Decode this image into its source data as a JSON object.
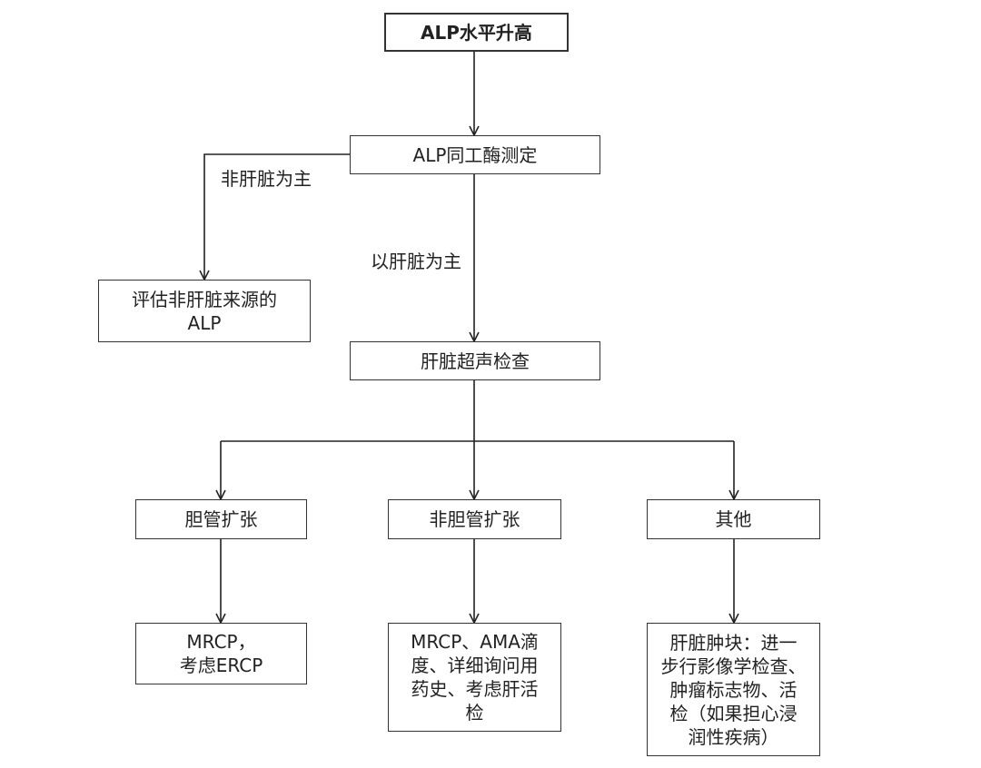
{
  "nodes": {
    "root": "ALP水平升高",
    "isoenzyme": "ALP同工酶测定",
    "non_liver_eval": "评估非肝脏来源的\nALP",
    "ultrasound": "肝脏超声检查",
    "bile_dilation": "胆管扩张",
    "no_bile_dilation": "非胆管扩张",
    "other": "其他",
    "mrcp_ercp": "MRCP，\n考虑ERCP",
    "mrcp_ama": "MRCP、AMA滴\n度、详细询问用\n药史、考虑肝活\n检",
    "liver_mass": "肝脏肿块：进一\n步行影像学检查、\n肿瘤标志物、活\n检（如果担心浸\n润性疾病）"
  },
  "edge_labels": {
    "non_liver_main": "非肝脏为主",
    "liver_main": "以肝脏为主"
  }
}
